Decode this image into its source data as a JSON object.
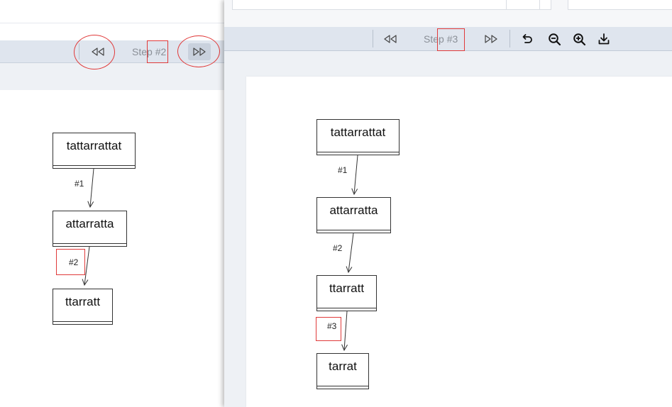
{
  "left_window": {
    "toolbar": {
      "prev_icon": "step-back-icon",
      "step_label": "Step #2",
      "next_icon": "step-forward-icon"
    },
    "graph": {
      "nodes": [
        "tattarrattat",
        "attarratta",
        "ttarratt"
      ],
      "edges": [
        "#1",
        "#2"
      ]
    }
  },
  "right_window": {
    "toolbar": {
      "prev_icon": "step-back-icon",
      "step_label": "Step #3",
      "next_icon": "step-forward-icon",
      "undo_icon": "undo-icon",
      "zoom_out_icon": "zoom-out-icon",
      "zoom_in_icon": "zoom-in-icon",
      "download_icon": "download-icon"
    },
    "graph": {
      "nodes": [
        "tattarrattat",
        "attarratta",
        "ttarratt",
        "tarrat"
      ],
      "edges": [
        "#1",
        "#2",
        "#3"
      ]
    }
  },
  "colors": {
    "annotation": "#e03a3a",
    "toolbar_bg": "#dfe5ee"
  }
}
